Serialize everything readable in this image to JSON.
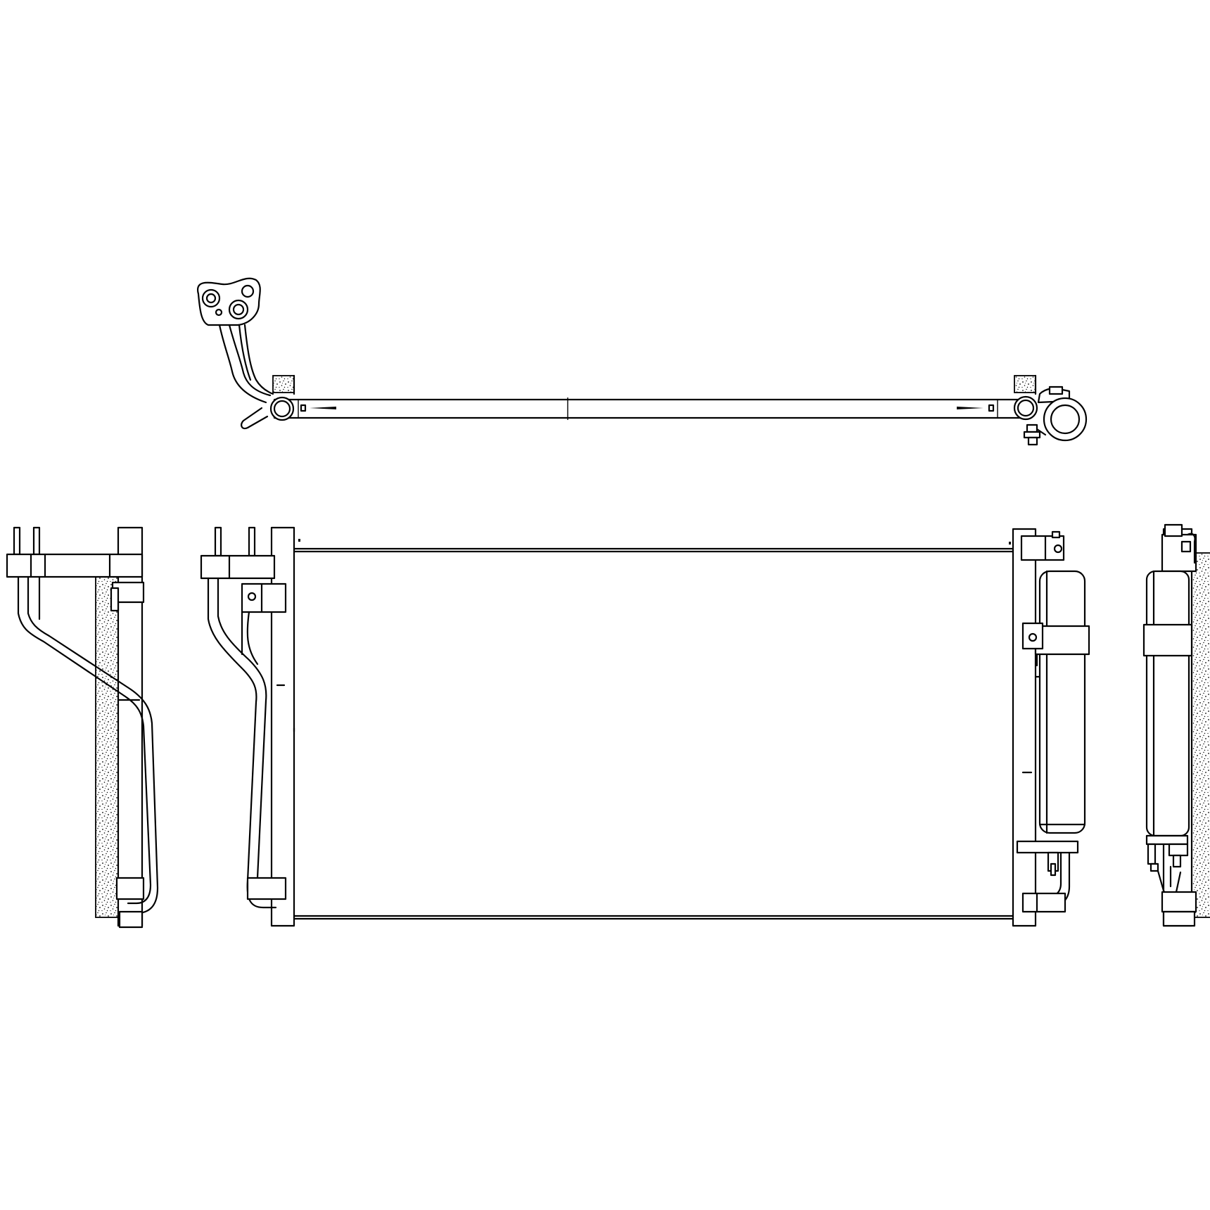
{
  "diagram": {
    "subject": "ac-condenser-technical-drawing",
    "line_color": "#000000",
    "background_color": "#ffffff",
    "views": [
      {
        "id": "top-view"
      },
      {
        "id": "left-side-view"
      },
      {
        "id": "front-view"
      },
      {
        "id": "right-side-view"
      }
    ]
  }
}
